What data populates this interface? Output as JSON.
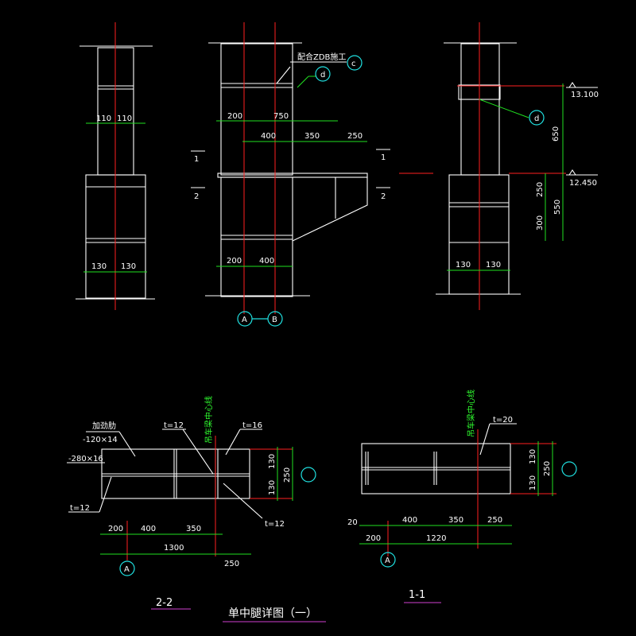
{
  "colors": {
    "background": "#000000",
    "outline": "#ffffff",
    "centerline": "#ff2020",
    "dimension": "#20e020",
    "axis_bubble": "#20e0e0",
    "title_underline": "#d040d0",
    "label_green": "#30ff30"
  },
  "left_elevation": {
    "dims_top": [
      "110",
      "110"
    ],
    "dims_bottom": [
      "130",
      "130"
    ]
  },
  "middle_elevation": {
    "callout_text": "配合ZDB施工",
    "bubble_c": "c",
    "bubble_d": "d",
    "dims_top_row1": [
      "200",
      "750"
    ],
    "dims_top_row2": [
      "400",
      "350",
      "250"
    ],
    "dims_bottom": [
      "200",
      "400"
    ],
    "section_mark_1_left": "1",
    "section_mark_2_left": "2",
    "section_mark_1_right": "1",
    "section_mark_2_right": "2",
    "axis_a": "A",
    "axis_b": "B"
  },
  "right_elevation": {
    "bubble_d": "d",
    "elev_top": "13.100",
    "elev_bottom": "12.450",
    "dim_650": "650",
    "dim_250": "250",
    "dim_300": "300",
    "dim_550": "550",
    "dims_bottom": [
      "130",
      "130"
    ]
  },
  "section_2_2": {
    "stiffener_label": "加劲肋",
    "stiffener_size": "-120×14",
    "plate_top": "-280×16",
    "t12_top": "t=12",
    "t16": "t=16",
    "t12_left": "t=12",
    "t12_bottom": "t=12",
    "crane_line": "吊车梁中心线",
    "dims_right": [
      "130",
      "130",
      "250"
    ],
    "dims_bottom": [
      "200",
      "400",
      "350"
    ],
    "dim_total": "1300",
    "dim_extra": "250",
    "axis_a": "A",
    "title": "2-2"
  },
  "section_1_1": {
    "t20": "t=20",
    "crane_line": "吊车梁中心线",
    "dims_right": [
      "130",
      "130",
      "250"
    ],
    "dims_bottom": [
      "400",
      "350",
      "250"
    ],
    "dim_20": "20",
    "dim_200": "200",
    "dim_total": "1220",
    "axis_a": "A",
    "title": "1-1"
  },
  "drawing_title": "单中腿详图（一）"
}
